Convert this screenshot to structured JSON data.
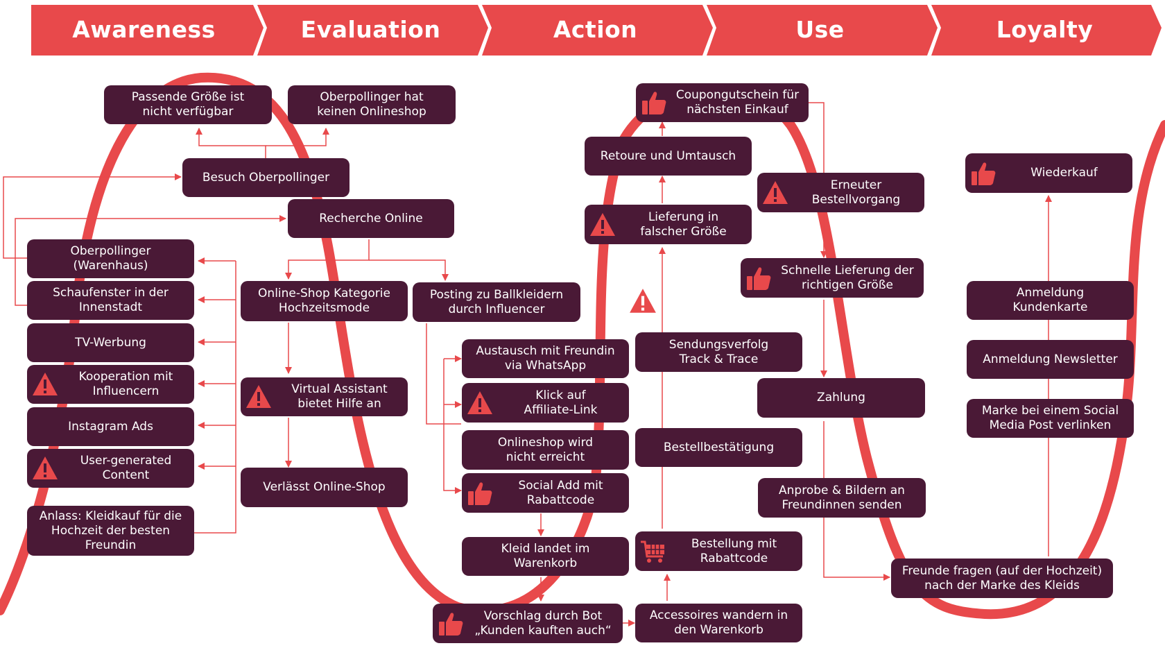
{
  "phases": [
    "Awareness",
    "Evaluation",
    "Action",
    "Use",
    "Loyalty"
  ],
  "colors": {
    "accent": "#e8494b",
    "box": "#4a1936",
    "text": "#ffffff"
  },
  "boxes": {
    "passende_groesse": "Passende Größe ist\nnicht verfügbar",
    "kein_onlineshop": "Oberpollinger hat\nkeinen Onlineshop",
    "besuch": "Besuch Oberpollinger",
    "recherche": "Recherche Online",
    "warenhaus": "Oberpollinger\n(Warenhaus)",
    "schaufenster": "Schaufenster in der\nInnenstadt",
    "tv": "TV-Werbung",
    "kooperation": "Kooperation mit\nInfluencern",
    "instagram": "Instagram Ads",
    "ugc": "User-generated\nContent",
    "anlass": "Anlass: Kleidkauf für die\nHochzeit der besten\nFreundin",
    "kategorie": "Online-Shop Kategorie\nHochzeitsmode",
    "posting": "Posting zu Ballkleidern\ndurch Influencer",
    "assistant": "Virtual Assistant\nbietet Hilfe an",
    "verlaesst": "Verlässt Online-Shop",
    "austausch": "Austausch mit Freundin\nvia WhatsApp",
    "affiliate": "Klick auf\nAffiliate-Link",
    "nicht_erreicht": "Onlineshop wird\nnicht erreicht",
    "social_add": "Social Add mit\nRabattcode",
    "warenkorb": "Kleid landet im\nWarenkorb",
    "vorschlag": "Vorschlag durch Bot\n„Kunden kauften auch“",
    "accessoires": "Accessoires wandern in\nden Warenkorb",
    "bestellung": "Bestellung mit\nRabattcode",
    "bestaetigung": "Bestellbestätigung",
    "sendung": "Sendungsverfolg\nTrack & Trace",
    "falsche_groesse": "Lieferung in\nfalscher Größe",
    "retoure": "Retoure und Umtausch",
    "coupon": "Coupongutschein für\nnächsten Einkauf",
    "erneuter": "Erneuter\nBestellvorgang",
    "schnelle": "Schnelle Lieferung der\nrichtigen Größe",
    "zahlung": "Zahlung",
    "anprobe": "Anprobe & Bildern an\nFreundinnen senden",
    "freunde": "Freunde fragen (auf der Hochzeit)\nnach der Marke des Kleids",
    "wiederkauf": "Wiederkauf",
    "kundenkarte": "Anmeldung\nKundenkarte",
    "newsletter": "Anmeldung Newsletter",
    "marke": "Marke bei einem Social\nMedia Post verlinken"
  },
  "icons": {
    "warning": "warning-icon",
    "thumbs_up": "thumbs-up-icon",
    "cart": "shopping-cart-icon"
  }
}
